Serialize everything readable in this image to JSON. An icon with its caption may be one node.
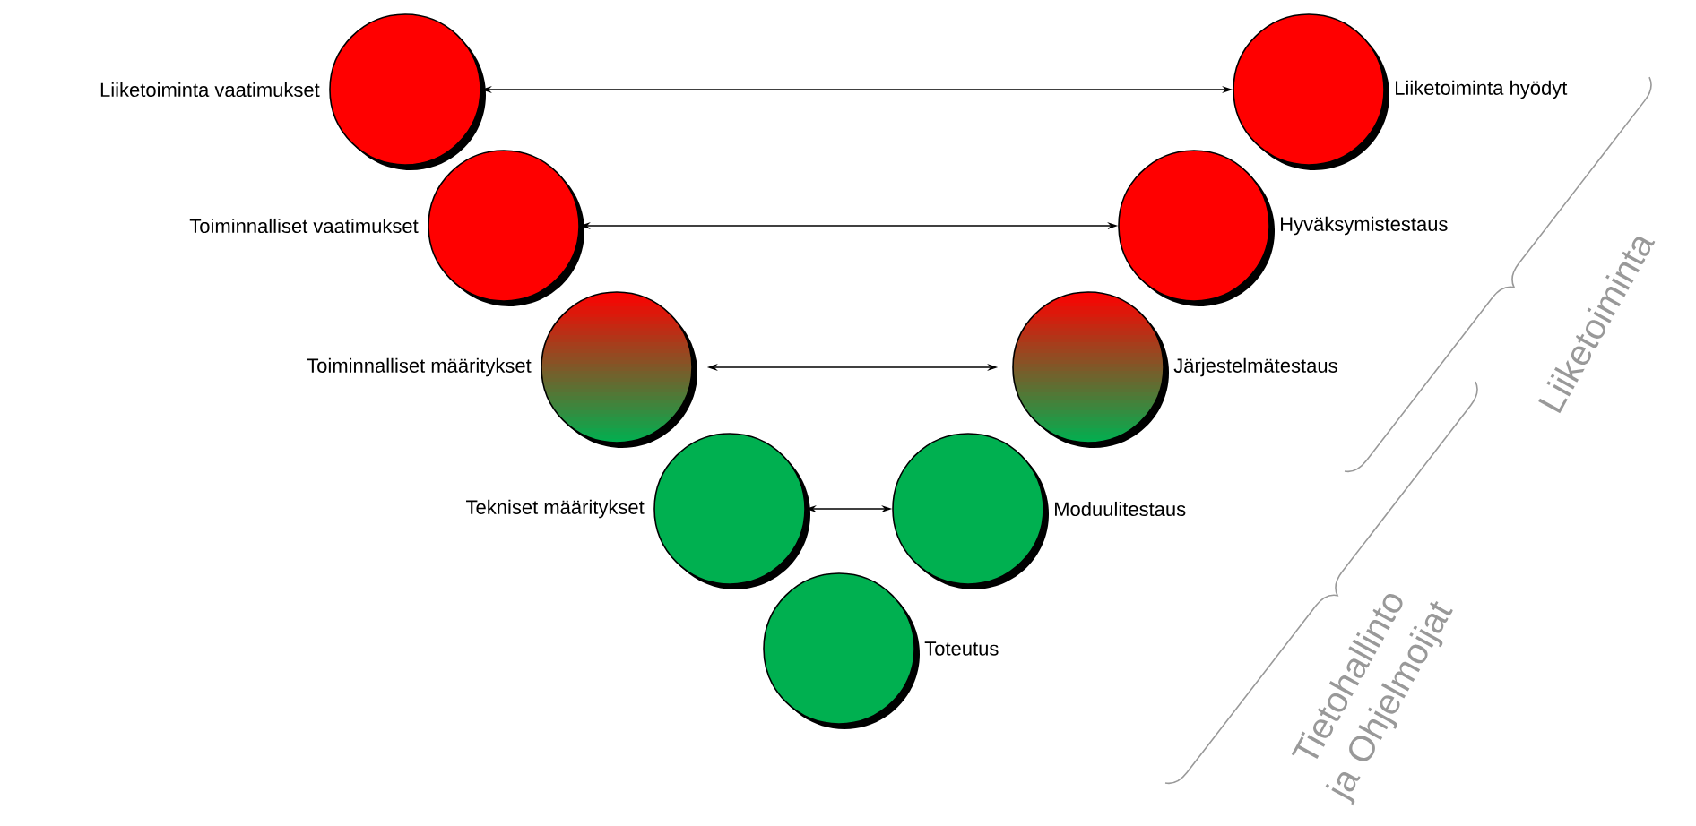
{
  "diagram": {
    "nodes": [
      {
        "text": [],
        "shape": "circle",
        "beside": [
          "Liiketoiminta vaatimukset"
        ]
      },
      {
        "text": [],
        "shape": "circle",
        "beside": [
          "Liiketoiminta hyödyt"
        ]
      },
      {
        "text": [],
        "shape": "circle",
        "beside": [
          "Toiminnalliset vaatimukset"
        ]
      },
      {
        "text": [],
        "shape": "circle",
        "beside": [
          "Hyväksymistestaus"
        ]
      },
      {
        "text": [],
        "shape": "circle",
        "beside": [
          "Toiminnalliset määritykset"
        ]
      },
      {
        "text": [],
        "shape": "circle",
        "beside": [
          "Järjestelmätestaus"
        ]
      },
      {
        "text": [],
        "shape": "circle",
        "beside": [
          "Tekniset määritykset"
        ]
      },
      {
        "text": [],
        "shape": "circle",
        "beside": [
          "Moduulitestaus"
        ]
      },
      {
        "text": [],
        "shape": "circle",
        "beside": [
          "Toteutus"
        ]
      }
    ],
    "edges": [
      {
        "from": 0,
        "to": 1,
        "arrow": "both"
      },
      {
        "from": 2,
        "to": 3,
        "arrow": "both"
      },
      {
        "from": 4,
        "to": 5,
        "arrow": "both"
      },
      {
        "from": 6,
        "to": 7,
        "arrow": "both"
      }
    ],
    "labels": [
      "Liiketoiminta",
      "Tietohallinto ja Ohjelmoijat"
    ]
  }
}
